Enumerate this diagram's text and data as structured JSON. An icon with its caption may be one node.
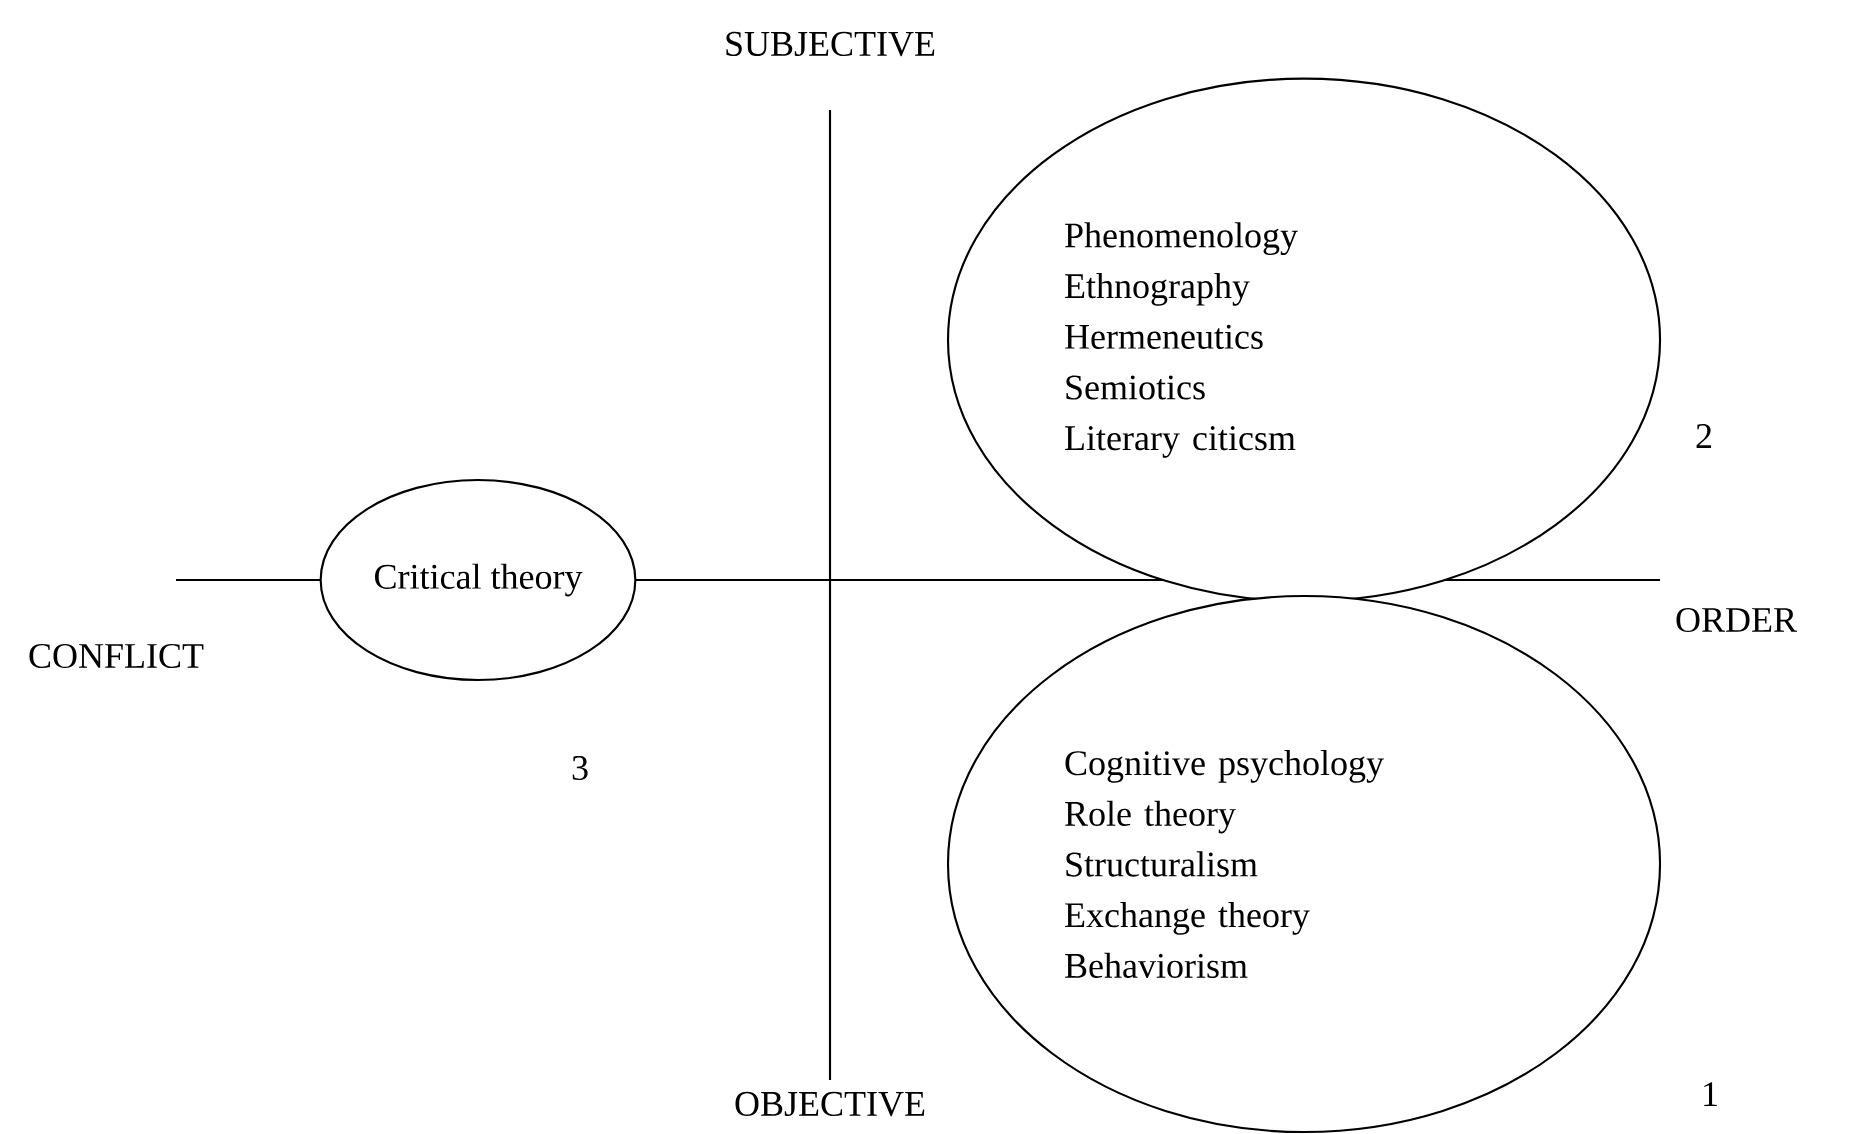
{
  "diagram": {
    "nodes": [
      {
        "text": [
          "Phenomenology",
          "Ethnography",
          "Hermeneutics",
          "Semiotics",
          "Literary citicsm"
        ]
      },
      {
        "text": [
          "Critical theory"
        ]
      },
      {
        "text": [
          "Cognitive psychology",
          "Role theory",
          "Structuralism",
          "Exchange theory",
          "Behaviorism"
        ]
      }
    ],
    "labels": [
      "SUBJECTIVE",
      "2",
      "CONFLICT",
      "ORDER",
      "3",
      "OBJECTIVE",
      "1"
    ]
  }
}
